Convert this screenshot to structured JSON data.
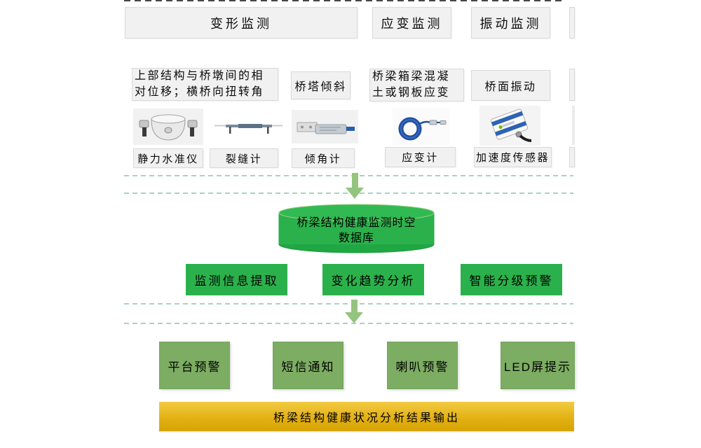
{
  "monitoring": {
    "headers": [
      {
        "label": "变形监测"
      },
      {
        "label": "应变监测"
      },
      {
        "label": "振动监测"
      }
    ],
    "descriptions": [
      {
        "label": "上部结构与桥墩间的相对位移；横桥向扭转角"
      },
      {
        "label": "桥塔倾斜"
      },
      {
        "label": "桥梁箱梁混凝土或钢板应变"
      },
      {
        "label": "桥面振动"
      }
    ],
    "sensors": [
      {
        "label": "静力水准仪",
        "icon": "static-level-gauge"
      },
      {
        "label": "裂缝计",
        "icon": "crack-meter"
      },
      {
        "label": "倾角计",
        "icon": "inclinometer"
      },
      {
        "label": "应变计",
        "icon": "strain-gauge"
      },
      {
        "label": "加速度传感器",
        "icon": "accelerometer"
      }
    ]
  },
  "database": {
    "label": "桥梁结构健康监测时空数据库"
  },
  "analysis": [
    {
      "label": "监测信息提取"
    },
    {
      "label": "变化趋势分析"
    },
    {
      "label": "智能分级预警"
    }
  ],
  "alerts": [
    {
      "label": "平台预警"
    },
    {
      "label": "短信通知"
    },
    {
      "label": "喇叭预警"
    },
    {
      "label": "LED屏提示"
    }
  ],
  "result_bar": {
    "label": "桥梁结构健康状况分析结果输出"
  },
  "colors": {
    "bright_green": "#2BB14C",
    "muted_green": "#7CAD62",
    "dashed_line_teal": "#A5D3C2",
    "dashed_line_dark": "#474747",
    "arrow_green": "#95C47E",
    "bar_yellow_top": "#F0C83E",
    "bar_yellow_bottom": "#D5A302",
    "box_gray": "#F1F1F1",
    "box_border": "#D9D9D9"
  }
}
